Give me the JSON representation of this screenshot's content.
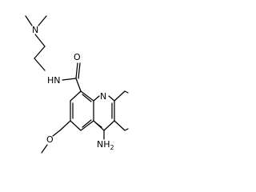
{
  "structure": {
    "atoms": {
      "dimethylamine_n": "N",
      "amide_n": "HN",
      "carbonyl_o": "O",
      "ring_n": "N",
      "methoxy_o": "O",
      "amine": "NH",
      "amine_subscript": "2"
    },
    "colors": {
      "bond": "#000000",
      "label": "#000000",
      "background": "#ffffff"
    }
  }
}
